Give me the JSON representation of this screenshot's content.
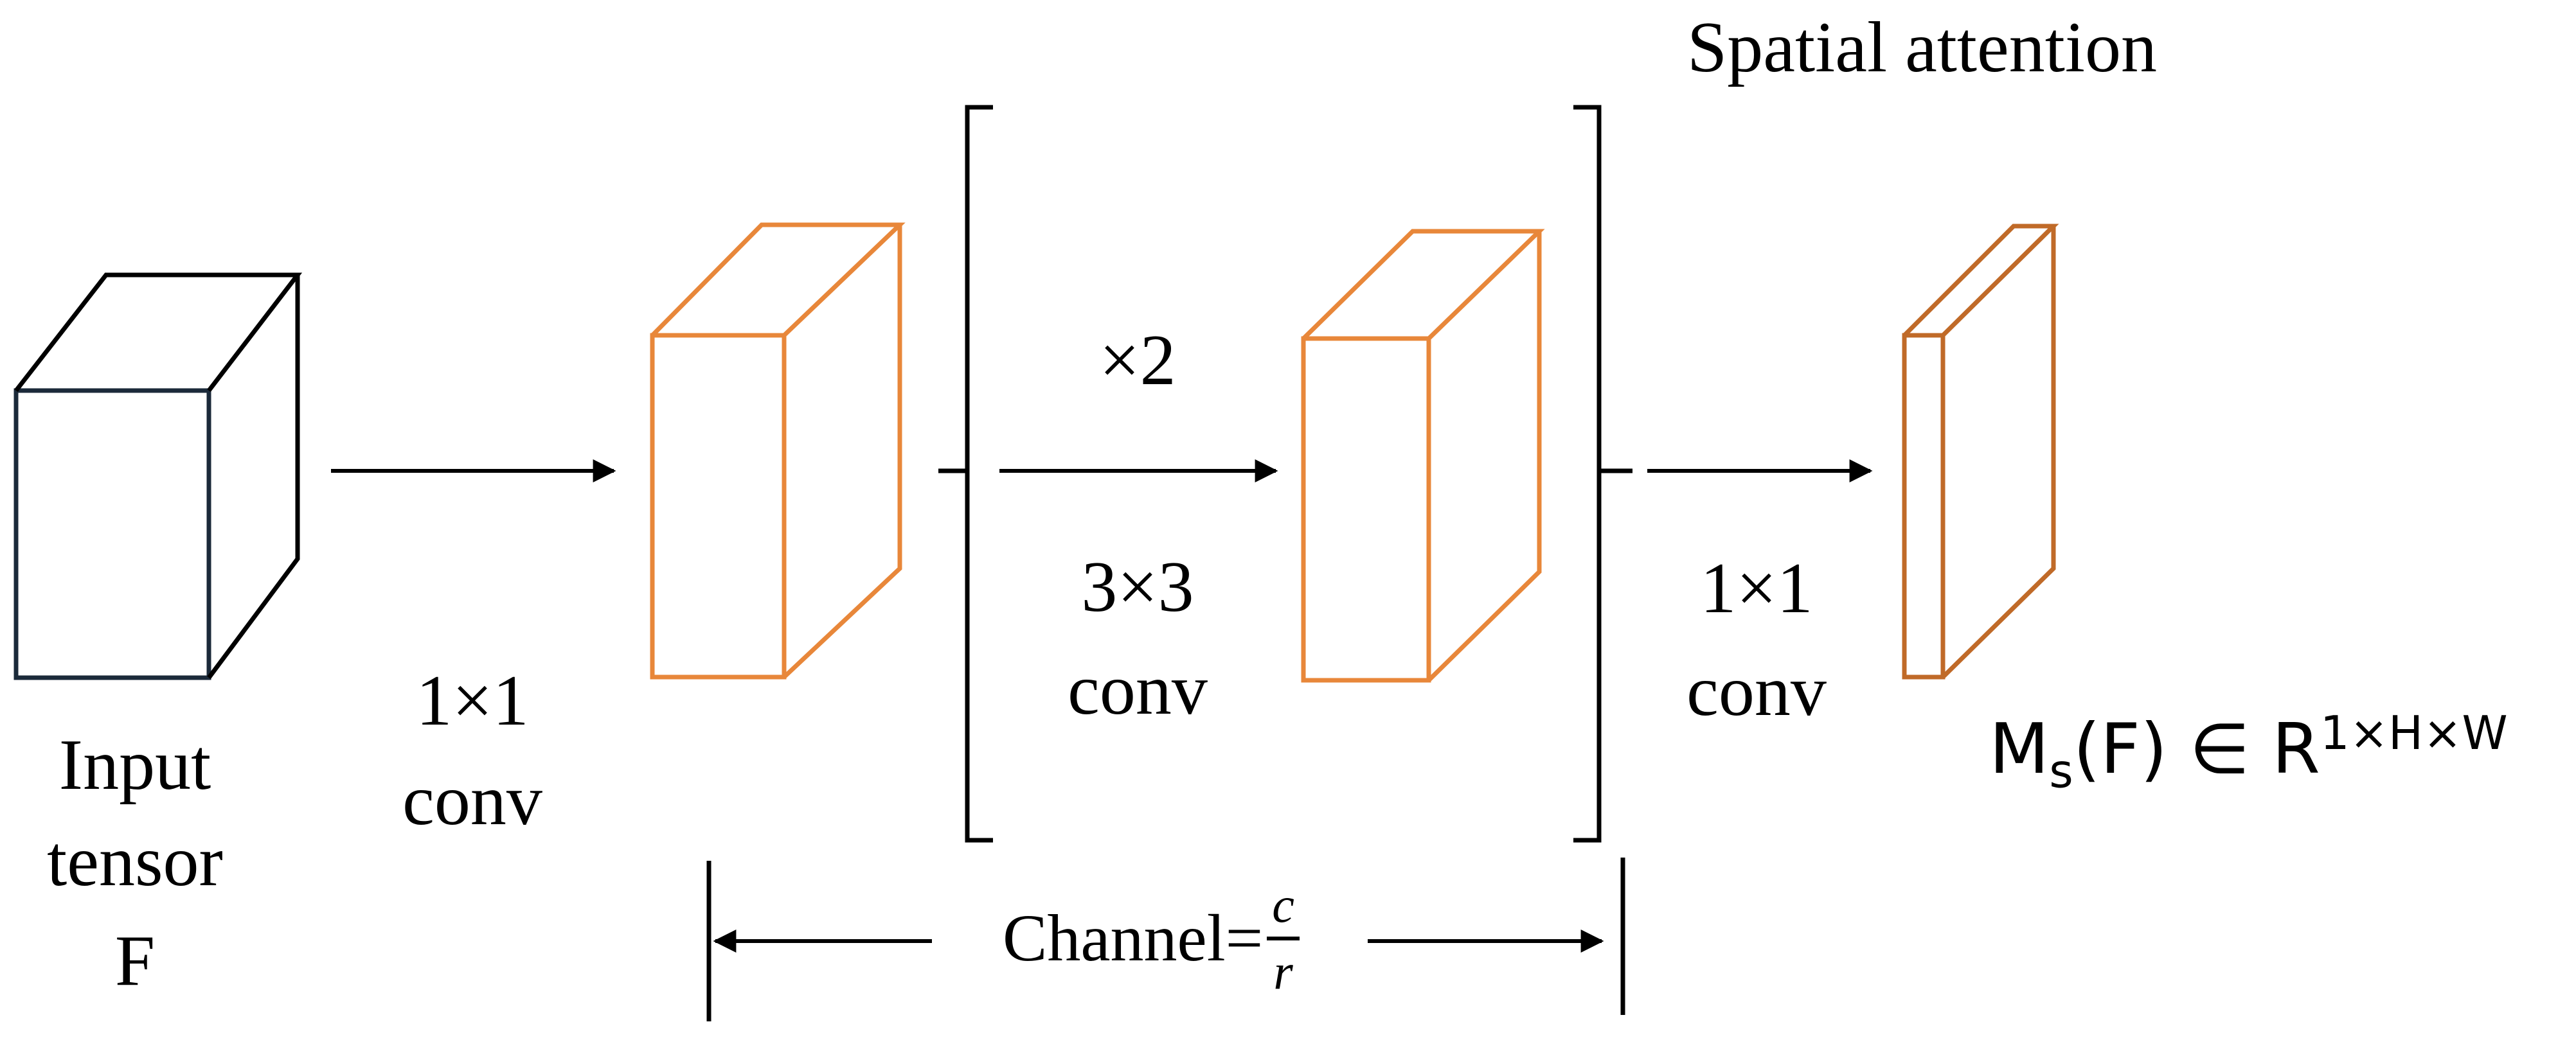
{
  "title": "Spatial attention",
  "input": {
    "line1": "Input",
    "line2": "tensor",
    "line3": "F"
  },
  "step1": {
    "kernel": "1×1",
    "op": "conv"
  },
  "repeat": {
    "times": "×2",
    "kernel": "3×3",
    "op": "conv"
  },
  "step3": {
    "kernel": "1×1",
    "op": "conv"
  },
  "output": {
    "base": "M",
    "sub": "s",
    "rest": "(F) ∈ R",
    "sup": "1×H×W"
  },
  "channel": {
    "label": "Channel=",
    "numerator": "c",
    "denominator": "r"
  },
  "colors": {
    "input_cube": "#1b2a3a",
    "orange_block": "#e8873a",
    "output_block": "#c06a28",
    "stroke": "#000000"
  }
}
